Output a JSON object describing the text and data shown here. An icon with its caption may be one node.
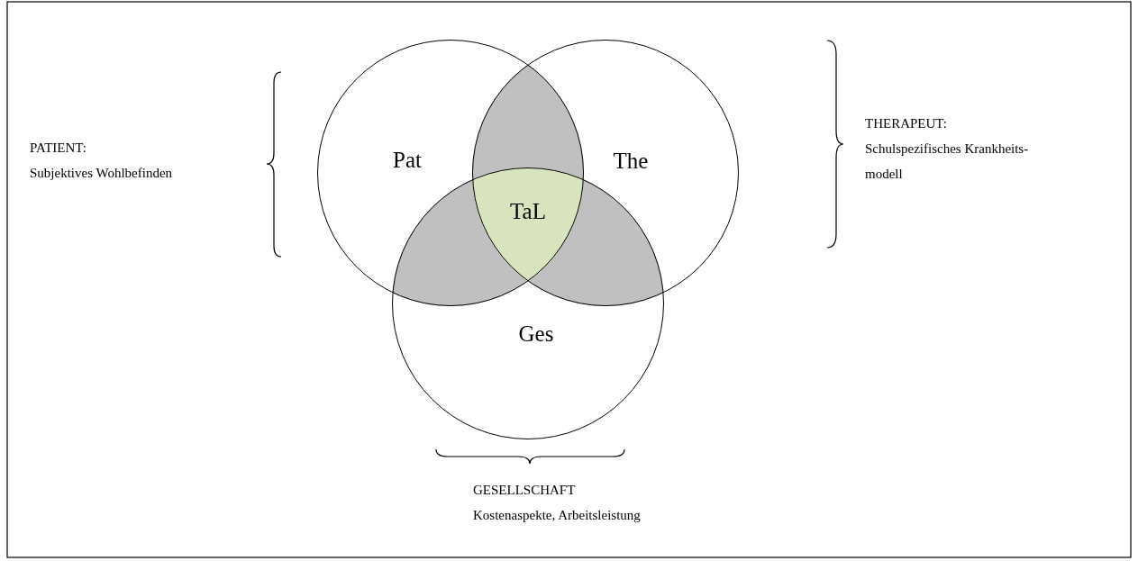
{
  "diagram": {
    "nodes": [
      {
        "text": [
          "Pat"
        ]
      },
      {
        "text": [
          "The"
        ]
      },
      {
        "text": [
          "Ges"
        ]
      },
      {
        "text": [
          "TaL"
        ]
      }
    ],
    "labels": [
      "PATIENT:",
      "Subjektives Wohlbefinden",
      "THERAPEUT:",
      "Schulspezifisches Krankheits- modell",
      "GESELLSCHAFT",
      "Kostenaspekte, Arbeitsleistung"
    ]
  }
}
